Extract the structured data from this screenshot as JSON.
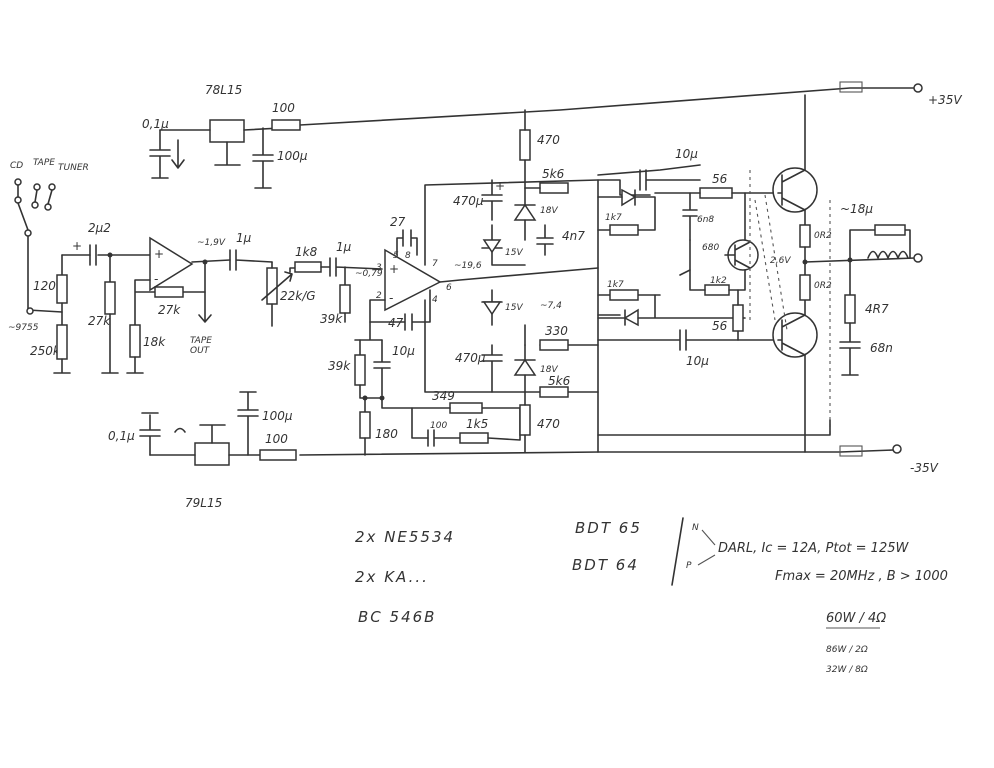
{
  "power": {
    "pos_rail": "+35V",
    "neg_rail": "-35V",
    "pos_reg": "78L15",
    "neg_reg": "79L15",
    "cap_01_top": "0,1µ",
    "cap_01_bot": "0,1µ",
    "res_100_top": "100",
    "res_100_bot": "100",
    "cap_100u_top": "100µ",
    "cap_100u_bot": "100µ"
  },
  "inputs": {
    "cd": "CD",
    "tape": "TAPE",
    "tuner": "TUNER",
    "pot_label": "~9755",
    "pot_res": "250k"
  },
  "preamp": {
    "c_in": "2µ2",
    "r120": "120",
    "r27k_a": "27k",
    "r27k_fb": "27k",
    "r18k": "18k",
    "dc_level": "~1,9V",
    "tape_out": "TAPE\nOUT",
    "c_1u_a": "1µ",
    "pot_vol": "22k/G",
    "r1k8": "1k8",
    "c_1u_b": "1µ",
    "r39k_a": "39k",
    "v079": "~0,79"
  },
  "driver": {
    "c27": "27",
    "pin5": "5",
    "pin8": "8",
    "pin3": "3",
    "pin2": "2",
    "pin7": "7",
    "pin4": "4",
    "pin6": "6",
    "c47": "47",
    "level_196": "~19,6",
    "r39k_b": "39k",
    "c10u": "10µ",
    "r180": "180",
    "r349": "349",
    "c100": "100",
    "r1k5": "1k5"
  },
  "supplies": {
    "r470_top": "470",
    "c470u_top": "470µ",
    "r5k6_top": "5k6",
    "z18v_top": "18V",
    "z15v_top": "15V",
    "c4n7": "4n7",
    "z15v_bot": "15V",
    "v14": "~7,4",
    "r330": "330",
    "c470u_bot": "470µ",
    "z18v_bot": "18V",
    "r5k6_bot": "5k6",
    "r470_bot": "470"
  },
  "output": {
    "c10u_top": "10µ",
    "r56_top": "56",
    "r1k7_top": "1k7",
    "c6n8": "6n8",
    "r680": "680",
    "r1k2": "1k2",
    "r1k7_bot": "1k7",
    "r56_bot": "56",
    "c10u_bot": "10µ",
    "v26": "2,6V",
    "r0r2_top": "0R2",
    "r0r2_bot": "0R2",
    "l18u": "~18µ",
    "r4r7": "4R7",
    "c68n": "68n"
  },
  "notes": {
    "n1": "2x  NE5534",
    "n2": "2x  KA...",
    "n3": "BC 546B",
    "bdt65": "BDT 65",
    "bdt64": "BDT 64",
    "n_label": "N",
    "p_label": "P",
    "spec1": "DARL,  Ic = 12A,   Ptot = 125W",
    "spec2": "Fmax = 20MHz ,  B > 1000",
    "p1": "60W / 4Ω",
    "p2": "86W / 2Ω",
    "p3": "32W / 8Ω"
  }
}
